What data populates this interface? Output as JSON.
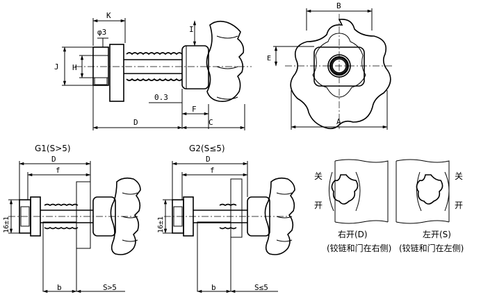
{
  "top_view": {
    "label_K": "K",
    "label_phi3": "φ3",
    "label_I": "I",
    "label_J": "J",
    "label_H": "H",
    "label_03": "0.3",
    "label_F": "F",
    "label_D": "D",
    "label_C": "C"
  },
  "front_view": {
    "label_B": "B",
    "label_E": "E",
    "label_A": "A"
  },
  "g1": {
    "title": "G1(S>5)",
    "label_D": "D",
    "label_f": "f",
    "label_16": "16±1",
    "label_b": "b",
    "label_s": "S>5"
  },
  "g2": {
    "title": "G2(S≤5)",
    "label_D": "D",
    "label_f": "f",
    "label_16": "16±1",
    "label_b": "b",
    "label_s": "S≤5"
  },
  "right_open": {
    "label_close": "关",
    "label_open": "开",
    "caption": "右开(D)",
    "note": "(铰链和门在右侧)"
  },
  "left_open": {
    "label_close": "关",
    "label_open": "开",
    "caption": "左开(S)",
    "note": "(铰链和门在左侧)"
  }
}
